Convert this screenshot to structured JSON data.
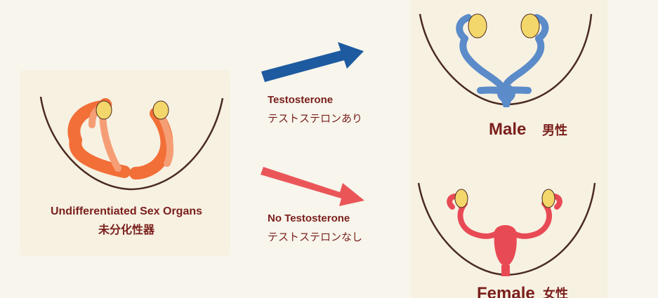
{
  "labels": {
    "undifferentiated_en": "Undifferentiated Sex Organs",
    "undifferentiated_ja": "未分化性器",
    "testosterone_en": "Testosterone",
    "testosterone_ja": "テストステロンあり",
    "no_testosterone_en": "No Testosterone",
    "no_testosterone_ja": "テストステロンなし",
    "male_en": "Male",
    "male_ja": "男性",
    "female_en": "Female",
    "female_ja": "女性"
  },
  "colors": {
    "background": "#f7f5ec",
    "label_text": "#7a1f1c",
    "outline": "#4a2b20",
    "blue_arrow": "#1d5aa0",
    "red_arrow": "#ea5658",
    "orange_tube": "#f26f38",
    "orange_tube_light": "#f59e76",
    "male_tube": "#5b8bc9",
    "female_tube": "#e84a55",
    "gonad_yellow": "#f4d76b"
  },
  "icons": {
    "top_arrow": "blue-arrow-icon",
    "bottom_arrow": "red-arrow-icon"
  }
}
